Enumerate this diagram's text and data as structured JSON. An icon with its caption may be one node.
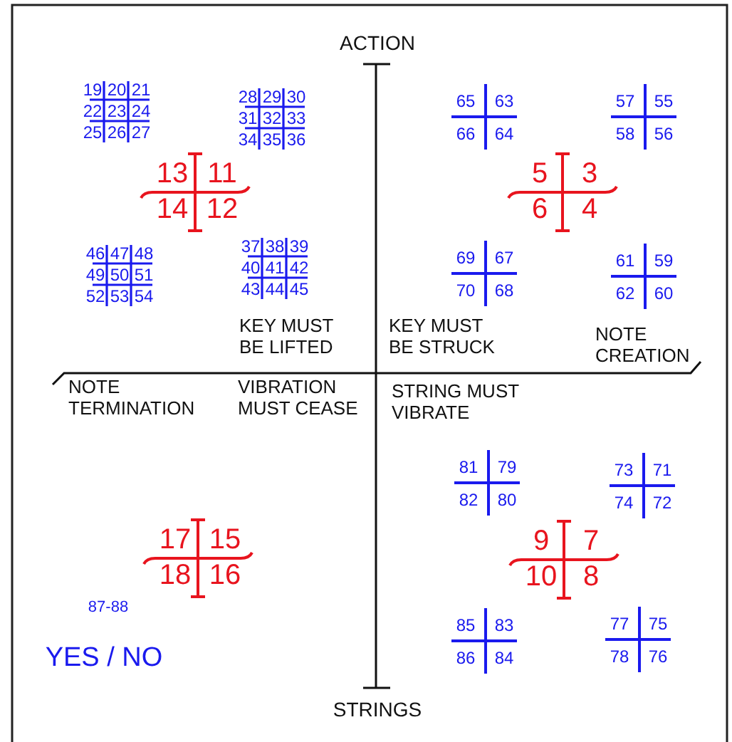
{
  "diagram": {
    "labels": [
      "ACTION",
      "19",
      "20",
      "21",
      "22",
      "23",
      "24",
      "25",
      "26",
      "27",
      "28",
      "29",
      "30",
      "31",
      "32",
      "33",
      "34",
      "35",
      "36",
      "65",
      "63",
      "66",
      "64",
      "57",
      "55",
      "58",
      "56",
      "13",
      "11",
      "14",
      "12",
      "5",
      "3",
      "6",
      "4",
      "46",
      "47",
      "48",
      "49",
      "50",
      "51",
      "52",
      "53",
      "54",
      "37",
      "38",
      "39",
      "40",
      "41",
      "42",
      "43",
      "44",
      "45",
      "69",
      "67",
      "70",
      "68",
      "61",
      "59",
      "62",
      "60",
      "KEY MUST BE LIFTED",
      "KEY MUST BE STRUCK",
      "NOTE CREATION",
      "NOTE TERMINATION",
      "VIBRATION MUST CEASE",
      "STRING MUST VIBRATE",
      "81",
      "79",
      "82",
      "80",
      "73",
      "71",
      "74",
      "72",
      "17",
      "15",
      "18",
      "16",
      "9",
      "7",
      "10",
      "8",
      "87-88",
      "85",
      "83",
      "86",
      "84",
      "77",
      "75",
      "78",
      "76",
      "YES / NO",
      "STRINGS"
    ]
  }
}
